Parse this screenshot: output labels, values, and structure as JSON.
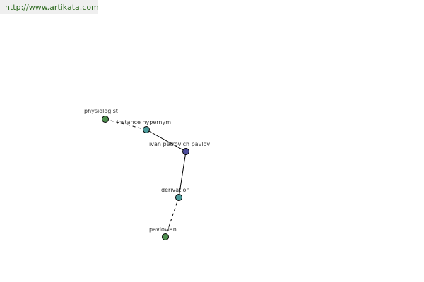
{
  "header": {
    "url": "http://www.artikata.com"
  },
  "colors": {
    "center": "#4c4c9a",
    "relation": "#4c9c9c",
    "leaf": "#4f8f4f",
    "edge": "#000000",
    "url_text": "#2d6a1f"
  },
  "graph": {
    "nodes": [
      {
        "id": "pavlov",
        "label": "ivan petrovich pavlov",
        "role": "center"
      },
      {
        "id": "instance-hypernym",
        "label": "instance hypernym",
        "role": "relation"
      },
      {
        "id": "physiologist",
        "label": "physiologist",
        "role": "leaf"
      },
      {
        "id": "derivation",
        "label": "derivation",
        "role": "relation"
      },
      {
        "id": "pavlovian",
        "label": "pavlovian",
        "role": "leaf"
      }
    ],
    "edges": [
      {
        "from": "pavlov",
        "to": "instance-hypernym",
        "style": "solid"
      },
      {
        "from": "instance-hypernym",
        "to": "physiologist",
        "style": "dashed"
      },
      {
        "from": "pavlov",
        "to": "derivation",
        "style": "solid"
      },
      {
        "from": "derivation",
        "to": "pavlovian",
        "style": "dashed"
      }
    ]
  }
}
